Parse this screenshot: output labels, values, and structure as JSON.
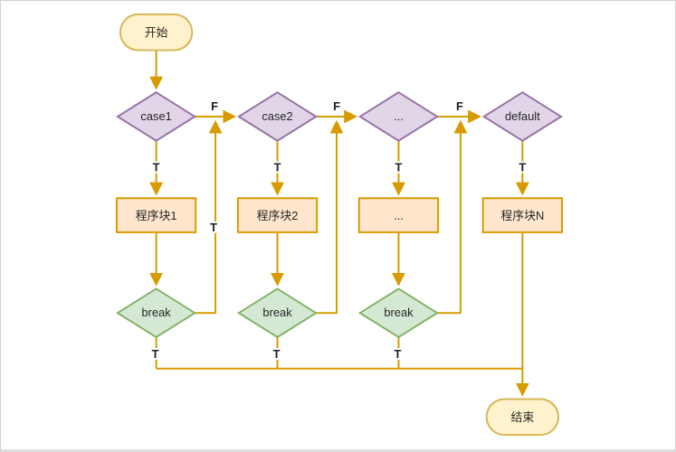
{
  "colors": {
    "edge": "#D79B00",
    "decision_fill": "#E1D5E7",
    "decision_stroke": "#9673A6",
    "process_fill": "#FFE6CC",
    "process_stroke": "#D79B00",
    "break_fill": "#D5E8D4",
    "break_stroke": "#82B366",
    "terminal_fill": "#FFF2CC",
    "terminal_stroke": "#D6B656"
  },
  "nodes": {
    "start": {
      "label": "开始",
      "type": "terminal"
    },
    "case1": {
      "label": "case1",
      "type": "decision"
    },
    "case2": {
      "label": "case2",
      "type": "decision"
    },
    "case_more": {
      "label": "...",
      "type": "decision"
    },
    "default": {
      "label": "default",
      "type": "decision"
    },
    "block1": {
      "label": "程序块1",
      "type": "process"
    },
    "block2": {
      "label": "程序块2",
      "type": "process"
    },
    "block_more": {
      "label": "...",
      "type": "process"
    },
    "blockN": {
      "label": "程序块N",
      "type": "process"
    },
    "break1": {
      "label": "break",
      "type": "decision"
    },
    "break2": {
      "label": "break",
      "type": "decision"
    },
    "break3": {
      "label": "break",
      "type": "decision"
    },
    "end": {
      "label": "结束",
      "type": "terminal"
    }
  },
  "edge_labels": {
    "case1_false": "F",
    "case2_false": "F",
    "case_more_false": "F",
    "case1_true": "T",
    "case2_true": "T",
    "case_more_true": "T",
    "default_true": "T",
    "break1_up": "T",
    "break1_true": "T",
    "break2_true": "T",
    "break3_true": "T"
  }
}
